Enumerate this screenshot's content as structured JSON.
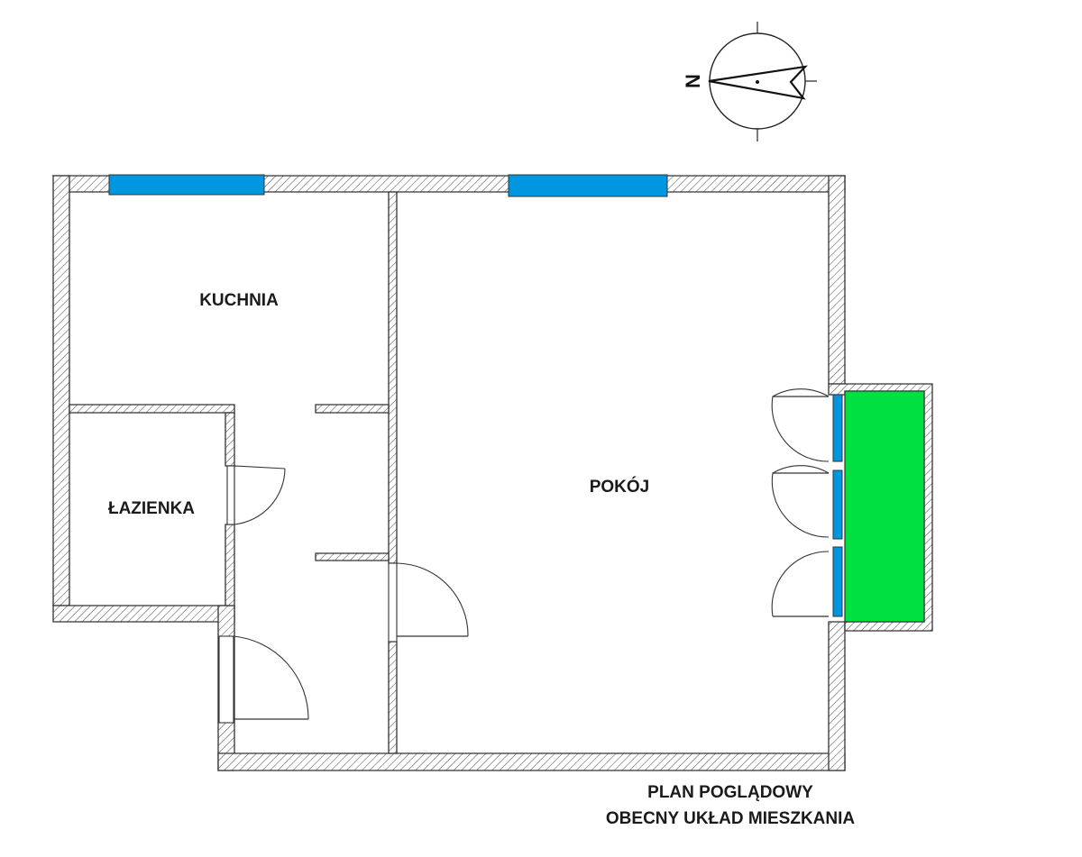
{
  "rooms": {
    "kitchen": "KUCHNIA",
    "bathroom": "ŁAZIENKA",
    "room": "POKÓJ"
  },
  "compass": {
    "north_letter": "N"
  },
  "caption": {
    "line1": "PLAN POGLĄDOWY",
    "line2": "OBECNY UKŁAD MIESZKANIA"
  },
  "colors": {
    "window": "#0096e0",
    "balcony": "#00e040",
    "wall_line": "#333333"
  }
}
